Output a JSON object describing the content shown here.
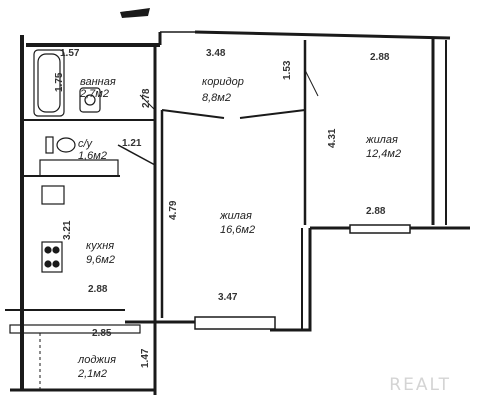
{
  "rooms": {
    "bathroom": {
      "name": "ванная",
      "area": "2,7м2"
    },
    "toilet": {
      "name": "с/у",
      "area": "1,6м2"
    },
    "corridor": {
      "name": "коридор",
      "area": "8,8м2"
    },
    "living_right": {
      "name": "жилая",
      "area": "12,4м2"
    },
    "living_center": {
      "name": "жилая",
      "area": "16,6м2"
    },
    "kitchen": {
      "name": "кухня",
      "area": "9,6м2"
    },
    "loggia": {
      "name": "лоджия",
      "area": "2,1м2"
    }
  },
  "dimensions": {
    "bath_width": "1.57",
    "bath_height": "1.75",
    "corridor_top": "3.48",
    "corridor_side": "1.53",
    "bath_corridor_wall": "2.78",
    "right_top": "2.88",
    "right_side": "4.31",
    "right_bottom": "2.88",
    "toilet_wall": "1.21",
    "center_side": "4.79",
    "kitchen_side": "3.21",
    "kitchen_bottom": "2.88",
    "center_bottom": "3.47",
    "loggia_top": "2.85",
    "loggia_side": "1.47"
  },
  "watermark": "REALT"
}
